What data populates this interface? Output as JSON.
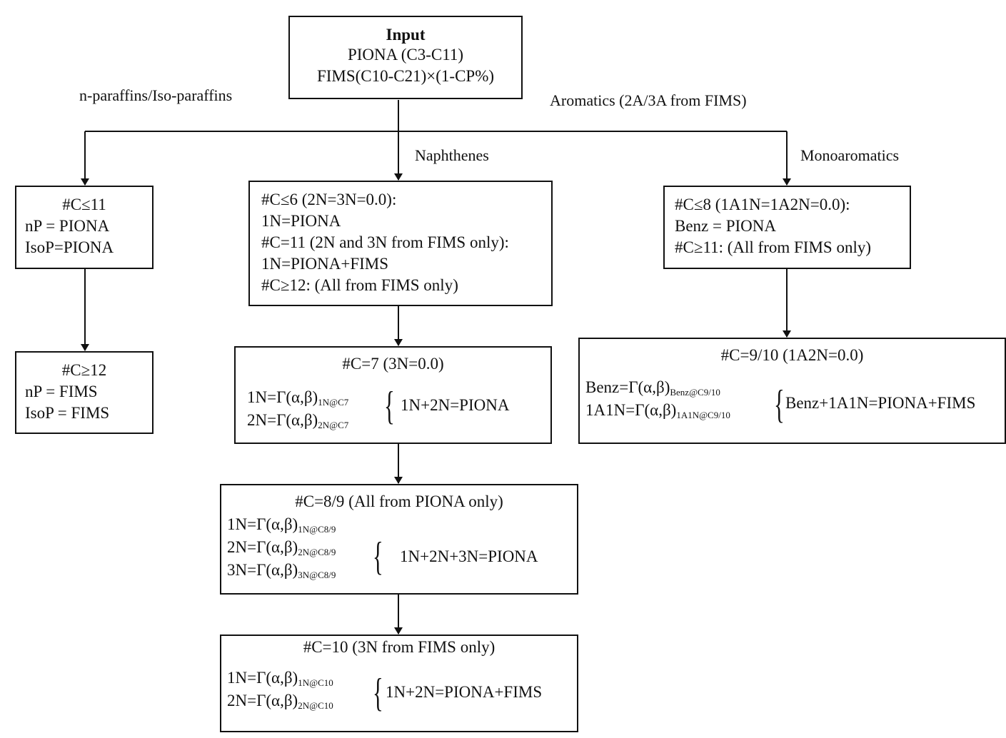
{
  "input": {
    "title": "Input",
    "line1": "PIONA (C3-C11)",
    "line2": "FIMS(C10-C21)×(1-CP%)"
  },
  "labels": {
    "paraffins": "n-paraffins/Iso-paraffins",
    "aromatics": "Aromatics (2A/3A from FIMS)",
    "naphthenes": "Naphthenes",
    "monoaromatics": "Monoaromatics"
  },
  "paraffin_low": {
    "l1": "#C≤11",
    "l2": "nP = PIONA",
    "l3": "IsoP=PIONA"
  },
  "paraffin_high": {
    "l1": "#C≥12",
    "l2": "nP = FIMS",
    "l3": "IsoP = FIMS"
  },
  "naph_top": {
    "l1": "#C≤6 (2N=3N=0.0):",
    "l2": "1N=PIONA",
    "l3": "#C=11 (2N and 3N from FIMS only):",
    "l4": "1N=PIONA+FIMS",
    "l5": "#C≥12: (All from FIMS only)"
  },
  "naph_c7": {
    "title": "#C=7 (3N=0.0)",
    "eq1": {
      "base": "1N=Γ(α,β)",
      "sub": "1N@C7"
    },
    "eq2": {
      "base": "2N=Γ(α,β)",
      "sub": "2N@C7"
    },
    "brace_text": "1N+2N=PIONA"
  },
  "naph_c89": {
    "title": "#C=8/9 (All from PIONA only)",
    "eq1": {
      "base": "1N=Γ(α,β)",
      "sub": "1N@C8/9"
    },
    "eq2": {
      "base": "2N=Γ(α,β)",
      "sub": "2N@C8/9"
    },
    "eq3": {
      "base": "3N=Γ(α,β)",
      "sub": "3N@C8/9"
    },
    "brace_text": "1N+2N+3N=PIONA"
  },
  "naph_c10": {
    "title": "#C=10 (3N from FIMS only)",
    "eq1": {
      "base": "1N=Γ(α,β)",
      "sub": "1N@C10"
    },
    "eq2": {
      "base": "2N=Γ(α,β)",
      "sub": "2N@C10"
    },
    "brace_text": "1N+2N=PIONA+FIMS"
  },
  "mono_top": {
    "l1": "#C≤8 (1A1N=1A2N=0.0):",
    "l2": "Benz = PIONA",
    "l3": "#C≥11: (All from FIMS only)"
  },
  "mono_c910": {
    "title": "#C=9/10 (1A2N=0.0)",
    "eq1": {
      "base": "Benz=Γ(α,β)",
      "sub": "Benz@C9/10"
    },
    "eq2": {
      "base": "1A1N=Γ(α,β)",
      "sub": "1A1N@C9/10"
    },
    "brace_text": "Benz+1A1N=PIONA+FIMS"
  }
}
